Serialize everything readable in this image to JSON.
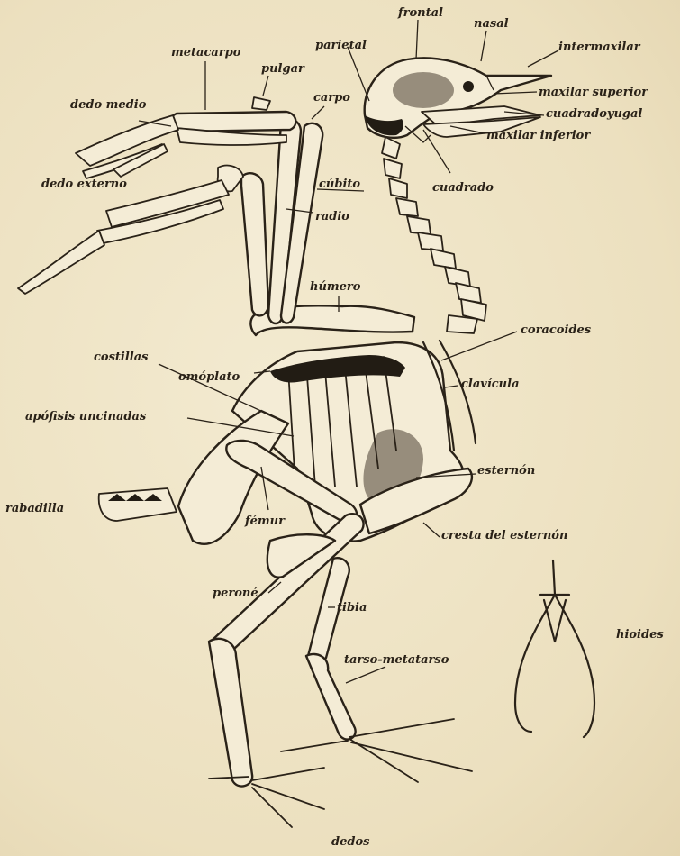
{
  "labels": {
    "frontal": "frontal",
    "nasal": "nasal",
    "parietal": "parietal",
    "intermaxilar": "intermaxilar",
    "maxilar_superior": "maxilar superior",
    "cuadradoyugal": "cuadradoyugal",
    "maxilar_inferior": "maxilar inferior",
    "cuadrado": "cuadrado",
    "metacarpo": "metacarpo",
    "pulgar": "pulgar",
    "carpo": "carpo",
    "dedo_medio": "dedo medio",
    "dedo_externo": "dedo externo",
    "cubito": "cúbito",
    "radio": "radio",
    "humero": "húmero",
    "coracoides": "coracoides",
    "costillas": "costillas",
    "omoplato": "omóplato",
    "clavicula": "clavícula",
    "apofisis_uncinadas": "apófisis uncinadas",
    "esternon": "esternón",
    "rabadilla": "rabadilla",
    "femur": "fémur",
    "cresta_del_esternon": "cresta del esternón",
    "perone": "peroné",
    "tibia": "tibia",
    "tarso_metatarso": "tarso-metatarso",
    "hioides": "hioides",
    "dedos": "dedos"
  },
  "colors": {
    "paper": "#efe4c6",
    "ink": "#2a2218",
    "bone": "#f4ecd6"
  }
}
